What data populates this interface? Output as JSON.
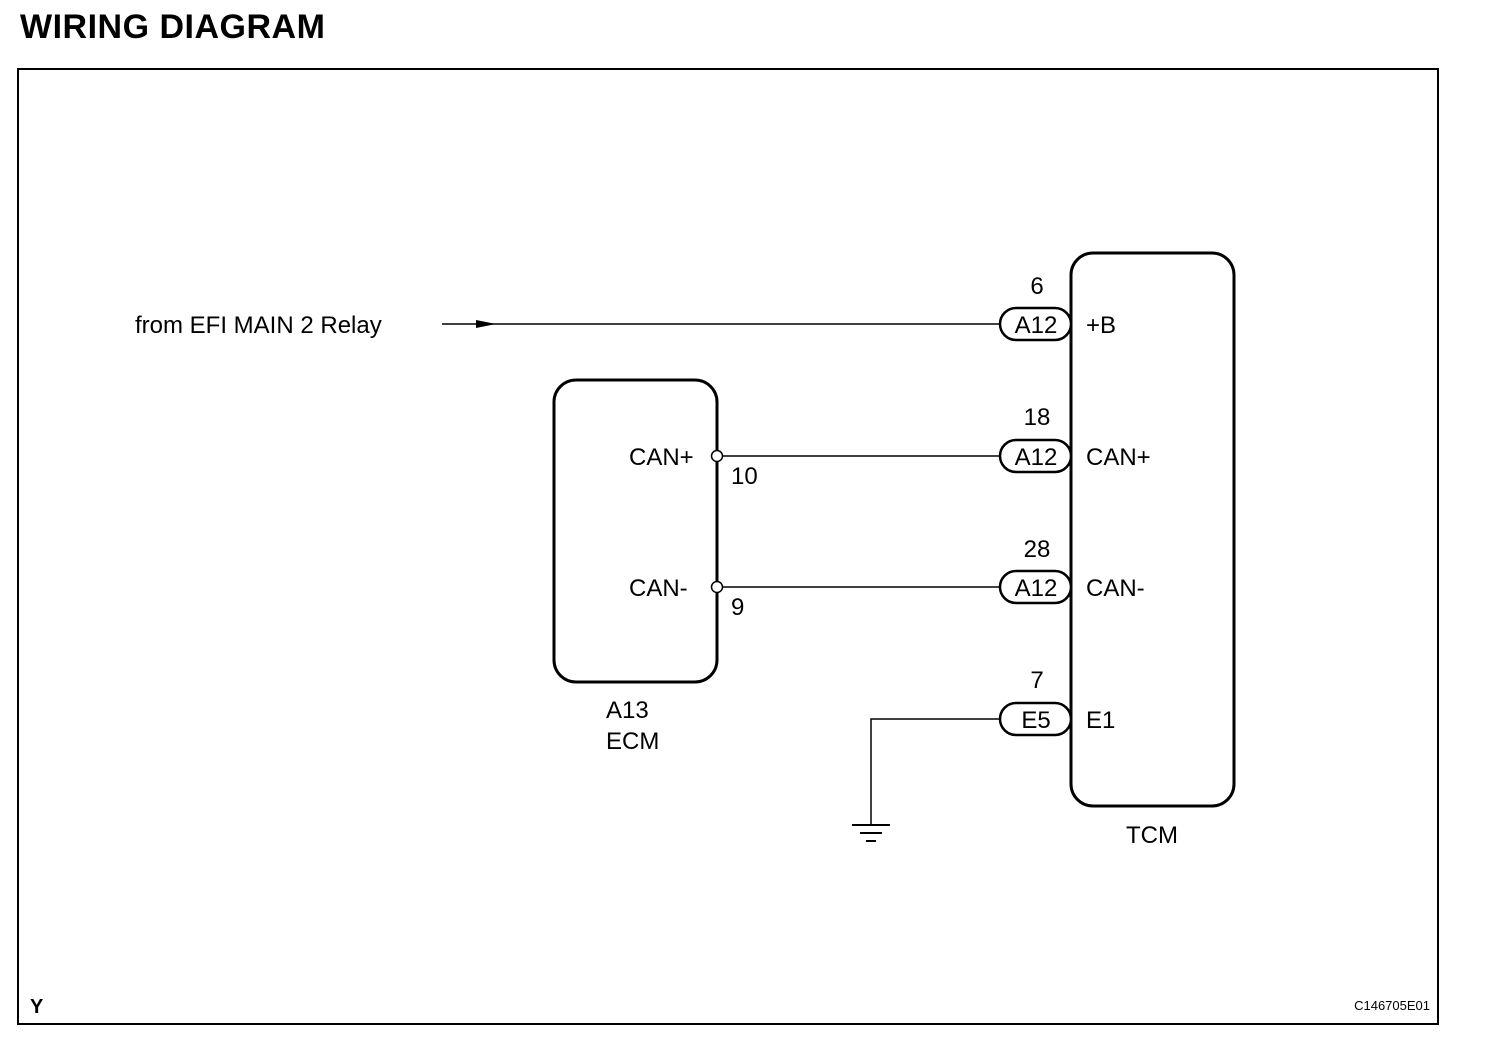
{
  "title": "WIRING DIAGRAM",
  "source_label": "from EFI MAIN 2 Relay",
  "ecm": {
    "code": "A13",
    "name": "ECM",
    "pins": [
      {
        "label": "CAN+",
        "number": "10"
      },
      {
        "label": "CAN-",
        "number": "9"
      }
    ]
  },
  "tcm": {
    "name": "TCM",
    "pins": [
      {
        "label": "+B",
        "number": "6",
        "connector": "A12"
      },
      {
        "label": "CAN+",
        "number": "18",
        "connector": "A12"
      },
      {
        "label": "CAN-",
        "number": "28",
        "connector": "A12"
      },
      {
        "label": "E1",
        "number": "7",
        "connector": "E5"
      }
    ]
  },
  "footer": {
    "left_code": "Y",
    "right_code": "C146705E01"
  }
}
